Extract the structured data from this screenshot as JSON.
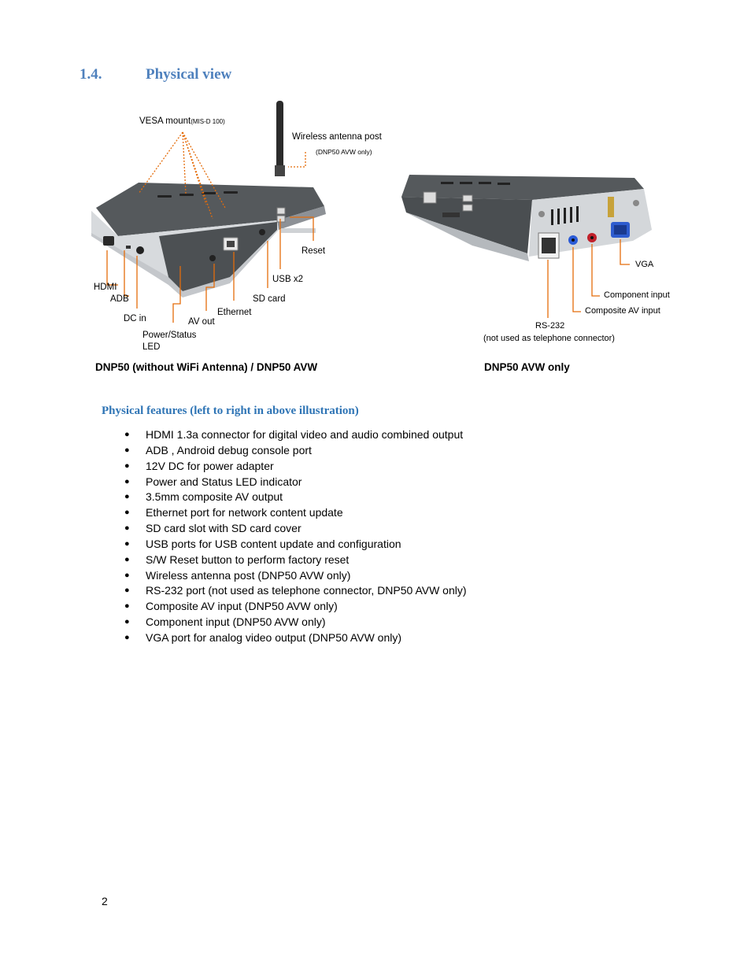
{
  "section": {
    "number": "1.4.",
    "title": "Physical view"
  },
  "figure": {
    "left_labels": {
      "vesa": "VESA mount",
      "vesa_model": "(MIS-D 100)",
      "antenna": "Wireless antenna post",
      "antenna_note": "(DNP50 AVW only)",
      "hdmi": "HDMI",
      "adb": "ADB",
      "dc_in": "DC in",
      "power": "Power/Status",
      "led": "LED",
      "av_out": "AV out",
      "ethernet": "Ethernet",
      "sd_card": "SD card",
      "usb": "USB x2",
      "reset": "Reset"
    },
    "right_labels": {
      "vga": "VGA",
      "component": "Component input",
      "composite": "Composite AV input",
      "rs232": "RS-232",
      "rs232_note": "(not used as telephone connector)"
    }
  },
  "captions": {
    "left": "DNP50 (without WiFi Antenna) / DNP50 AVW",
    "right": "DNP50 AVW only"
  },
  "features_heading": "Physical features (left to right in above illustration)",
  "features": [
    "HDMI 1.3a connector for digital video and audio combined output",
    "ADB , Android debug console port",
    "12V DC for power adapter",
    "Power and Status LED indicator",
    "3.5mm composite AV output",
    "Ethernet port for network content update",
    "SD card slot with SD card cover",
    "USB ports for USB content update and configuration",
    "S/W Reset button to perform factory reset",
    "Wireless antenna post (DNP50 AVW only)",
    "RS-232 port (not used as telephone connector, DNP50 AVW only)",
    "Composite AV input (DNP50 AVW only)",
    "Component input (DNP50 AVW only)",
    "VGA port for analog video output (DNP50 AVW only)"
  ],
  "page_number": "2",
  "colors": {
    "heading": "#4f81bd",
    "subheading": "#2e74b5",
    "callout": "#e46c0a"
  }
}
